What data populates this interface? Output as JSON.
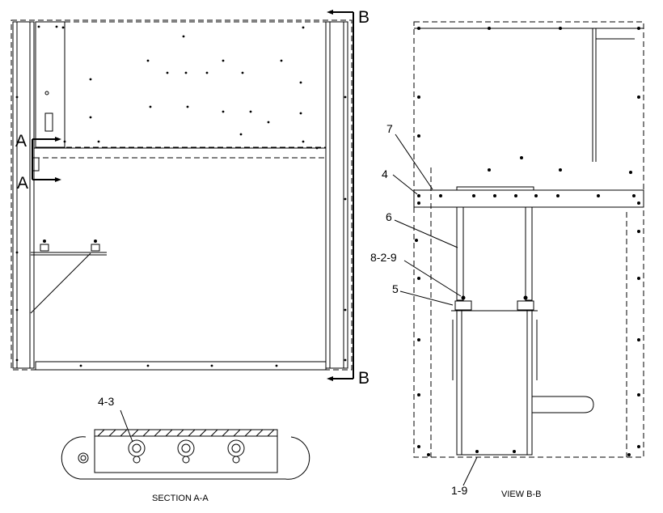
{
  "section_markers": {
    "a": "A",
    "b": "B"
  },
  "callouts": {
    "c7": "7",
    "c4": "4",
    "c6": "6",
    "c8": "8-2-9",
    "c5": "5",
    "c19": "1-9",
    "c43": "4-3"
  },
  "captions": {
    "section_aa": "SECTION A-A",
    "view_bb": "VIEW B-B"
  }
}
